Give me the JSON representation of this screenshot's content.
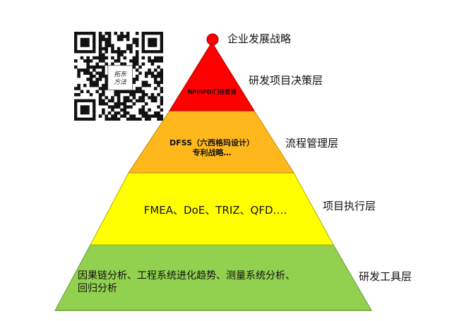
{
  "diagram": {
    "apex_label": "企业发展战略",
    "layers": [
      {
        "name": "研发项目决策层",
        "content": "NPI/IPD/门径管理",
        "color": "#ff0000"
      },
      {
        "name": "流程管理层",
        "content": "DFSS（六西格玛设计）专利战略…",
        "content_lines": [
          "DFSS（六西格玛设计）",
          "专利战略…"
        ],
        "color": "#ffb81c"
      },
      {
        "name": "项目执行层",
        "content": "FMEA、DoE、TRIZ、QFD….",
        "color": "#ffff00"
      },
      {
        "name": "研发工具层",
        "content": "因果链分析、工程系统进化趋势、测量系统分析、回归分析",
        "content_lines": [
          "因果链分析、工程系统进化趋势、测量系统分析、",
          "回归分析"
        ],
        "color": "#92d050"
      }
    ],
    "qr_stamp_text": "拓东方法"
  }
}
